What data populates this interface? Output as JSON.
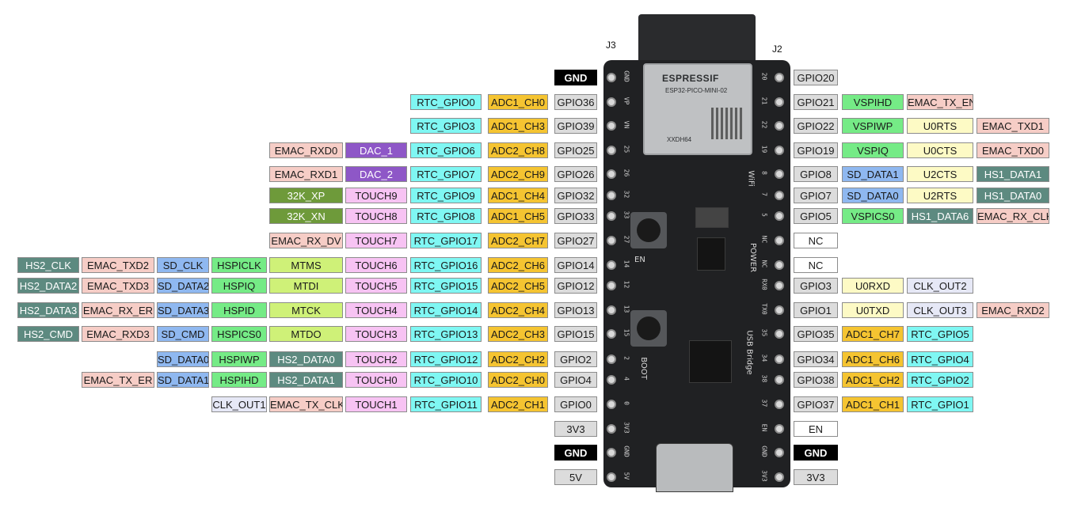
{
  "headers": {
    "left": "J3",
    "right": "J2"
  },
  "board_silk": {
    "logo": "ESPRESSIF",
    "model": "ESP32-PICO-MINI-02",
    "chip": "XXDH64",
    "en": "EN",
    "boot": "BOOT",
    "power": "POWER",
    "usb_bridge": "USB Bridge",
    "wifi": "WiFi"
  },
  "colors": {
    "power": "#000000",
    "gpio": "#dcdcdc",
    "rtc": "#7ff7f3",
    "adc": "#f5c431",
    "dac": "#8e57c7",
    "emac": "#f6cdc6",
    "touch": "#f7c3f3",
    "xtal": "#6e9a3a",
    "hs2": "#5d8a80",
    "sd": "#8fb8f0",
    "hspi": "#75eb86",
    "mt": "#cff178",
    "clk": "#e6e8f6",
    "vspi": "#75eb86",
    "uart": "#fdfac5",
    "hs1": "#5d8a80",
    "nc": "#ffffff",
    "en": "#ffffff"
  },
  "j3_rows": [
    {
      "pin": "GND",
      "labels": [
        "GND"
      ],
      "types": [
        "power"
      ]
    },
    {
      "pin": "VP",
      "labels": [
        "RTC_GPIO0",
        "ADC1_CH0",
        "GPIO36"
      ],
      "types": [
        "rtc",
        "adc",
        "gpio"
      ]
    },
    {
      "pin": "VN",
      "labels": [
        "RTC_GPIO3",
        "ADC1_CH3",
        "GPIO39"
      ],
      "types": [
        "rtc",
        "adc",
        "gpio"
      ]
    },
    {
      "pin": "25",
      "labels": [
        "EMAC_RXD0",
        "DAC_1",
        "RTC_GPIO6",
        "ADC2_CH8",
        "GPIO25"
      ],
      "types": [
        "emac",
        "dac",
        "rtc",
        "adc",
        "gpio"
      ]
    },
    {
      "pin": "26",
      "labels": [
        "EMAC_RXD1",
        "DAC_2",
        "RTC_GPIO7",
        "ADC2_CH9",
        "GPIO26"
      ],
      "types": [
        "emac",
        "dac",
        "rtc",
        "adc",
        "gpio"
      ]
    },
    {
      "pin": "32",
      "labels": [
        "32K_XP",
        "TOUCH9",
        "RTC_GPIO9",
        "ADC1_CH4",
        "GPIO32"
      ],
      "types": [
        "xtal",
        "touch",
        "rtc",
        "adc",
        "gpio"
      ]
    },
    {
      "pin": "33",
      "labels": [
        "32K_XN",
        "TOUCH8",
        "RTC_GPIO8",
        "ADC1_CH5",
        "GPIO33"
      ],
      "types": [
        "xtal",
        "touch",
        "rtc",
        "adc",
        "gpio"
      ]
    },
    {
      "pin": "27",
      "labels": [
        "EMAC_RX_DV",
        "TOUCH7",
        "RTC_GPIO17",
        "ADC2_CH7",
        "GPIO27"
      ],
      "types": [
        "emac",
        "touch",
        "rtc",
        "adc",
        "gpio"
      ]
    },
    {
      "pin": "14",
      "labels": [
        "HS2_CLK",
        "EMAC_TXD2",
        "SD_CLK",
        "HSPICLK",
        "MTMS",
        "TOUCH6",
        "RTC_GPIO16",
        "ADC2_CH6",
        "GPIO14"
      ],
      "types": [
        "hs2",
        "emac",
        "sd",
        "hspi",
        "mt",
        "touch",
        "rtc",
        "adc",
        "gpio"
      ]
    },
    {
      "pin": "12",
      "labels": [
        "HS2_DATA2",
        "EMAC_TXD3",
        "SD_DATA2",
        "HSPIQ",
        "MTDI",
        "TOUCH5",
        "RTC_GPIO15",
        "ADC2_CH5",
        "GPIO12"
      ],
      "types": [
        "hs2",
        "emac",
        "sd",
        "hspi",
        "mt",
        "touch",
        "rtc",
        "adc",
        "gpio"
      ]
    },
    {
      "pin": "13",
      "labels": [
        "HS2_DATA3",
        "EMAC_RX_ER",
        "SD_DATA3",
        "HSPID",
        "MTCK",
        "TOUCH4",
        "RTC_GPIO14",
        "ADC2_CH4",
        "GPIO13"
      ],
      "types": [
        "hs2",
        "emac",
        "sd",
        "hspi",
        "mt",
        "touch",
        "rtc",
        "adc",
        "gpio"
      ]
    },
    {
      "pin": "15",
      "labels": [
        "HS2_CMD",
        "EMAC_RXD3",
        "SD_CMD",
        "HSPICS0",
        "MTDO",
        "TOUCH3",
        "RTC_GPIO13",
        "ADC2_CH3",
        "GPIO15"
      ],
      "types": [
        "hs2",
        "emac",
        "sd",
        "hspi",
        "mt",
        "touch",
        "rtc",
        "adc",
        "gpio"
      ]
    },
    {
      "pin": "2",
      "labels": [
        "SD_DATA0",
        "HSPIWP",
        "HS2_DATA0",
        "TOUCH2",
        "RTC_GPIO12",
        "ADC2_CH2",
        "GPIO2"
      ],
      "types": [
        "sd",
        "hspi",
        "hs2",
        "touch",
        "rtc",
        "adc",
        "gpio"
      ]
    },
    {
      "pin": "4",
      "labels": [
        "EMAC_TX_ER",
        "SD_DATA1",
        "HSPIHD",
        "HS2_DATA1",
        "TOUCH0",
        "RTC_GPIO10",
        "ADC2_CH0",
        "GPIO4"
      ],
      "types": [
        "emac",
        "sd",
        "hspi",
        "hs2",
        "touch",
        "rtc",
        "adc",
        "gpio"
      ]
    },
    {
      "pin": "0",
      "labels": [
        "CLK_OUT1",
        "EMAC_TX_CLK",
        "TOUCH1",
        "RTC_GPIO11",
        "ADC2_CH1",
        "GPIO0"
      ],
      "types": [
        "clk",
        "emac",
        "touch",
        "rtc",
        "adc",
        "gpio"
      ]
    },
    {
      "pin": "3V3",
      "labels": [
        "3V3"
      ],
      "types": [
        "gpio"
      ]
    },
    {
      "pin": "GND",
      "labels": [
        "GND"
      ],
      "types": [
        "power"
      ]
    },
    {
      "pin": "5V",
      "labels": [
        "5V"
      ],
      "types": [
        "gpio"
      ]
    }
  ],
  "j2_rows": [
    {
      "pin": "20",
      "labels": [
        "GPIO20"
      ],
      "types": [
        "gpio"
      ]
    },
    {
      "pin": "21",
      "labels": [
        "GPIO21",
        "VSPIHD",
        "EMAC_TX_EN"
      ],
      "types": [
        "gpio",
        "vspi",
        "emac"
      ]
    },
    {
      "pin": "22",
      "labels": [
        "GPIO22",
        "VSPIWP",
        "U0RTS",
        "EMAC_TXD1"
      ],
      "types": [
        "gpio",
        "vspi",
        "uart",
        "emac"
      ]
    },
    {
      "pin": "19",
      "labels": [
        "GPIO19",
        "VSPIQ",
        "U0CTS",
        "EMAC_TXD0"
      ],
      "types": [
        "gpio",
        "vspi",
        "uart",
        "emac"
      ]
    },
    {
      "pin": "8",
      "labels": [
        "GPIO8",
        "SD_DATA1",
        "U2CTS",
        "HS1_DATA1"
      ],
      "types": [
        "gpio",
        "sd",
        "uart",
        "hs1"
      ]
    },
    {
      "pin": "7",
      "labels": [
        "GPIO7",
        "SD_DATA0",
        "U2RTS",
        "HS1_DATA0"
      ],
      "types": [
        "gpio",
        "sd",
        "uart",
        "hs1"
      ]
    },
    {
      "pin": "5",
      "labels": [
        "GPIO5",
        "VSPICS0",
        "HS1_DATA6",
        "EMAC_RX_CLK"
      ],
      "types": [
        "gpio",
        "vspi",
        "hs1",
        "emac"
      ]
    },
    {
      "pin": "NC",
      "labels": [
        "NC"
      ],
      "types": [
        "nc"
      ]
    },
    {
      "pin": "NC",
      "labels": [
        "NC"
      ],
      "types": [
        "nc"
      ]
    },
    {
      "pin": "RX0",
      "labels": [
        "GPIO3",
        "U0RXD",
        "CLK_OUT2"
      ],
      "types": [
        "gpio",
        "uart",
        "clk"
      ]
    },
    {
      "pin": "TX0",
      "labels": [
        "GPIO1",
        "U0TXD",
        "CLK_OUT3",
        "EMAC_RXD2"
      ],
      "types": [
        "gpio",
        "uart",
        "clk",
        "emac"
      ]
    },
    {
      "pin": "35",
      "labels": [
        "GPIO35",
        "ADC1_CH7",
        "RTC_GPIO5"
      ],
      "types": [
        "gpio",
        "adc",
        "rtc"
      ]
    },
    {
      "pin": "34",
      "labels": [
        "GPIO34",
        "ADC1_CH6",
        "RTC_GPIO4"
      ],
      "types": [
        "gpio",
        "adc",
        "rtc"
      ]
    },
    {
      "pin": "38",
      "labels": [
        "GPIO38",
        "ADC1_CH2",
        "RTC_GPIO2"
      ],
      "types": [
        "gpio",
        "adc",
        "rtc"
      ]
    },
    {
      "pin": "37",
      "labels": [
        "GPIO37",
        "ADC1_CH1",
        "RTC_GPIO1"
      ],
      "types": [
        "gpio",
        "adc",
        "rtc"
      ]
    },
    {
      "pin": "EN",
      "labels": [
        "EN"
      ],
      "types": [
        "en"
      ]
    },
    {
      "pin": "GND",
      "labels": [
        "GND"
      ],
      "types": [
        "power"
      ]
    },
    {
      "pin": "3V3",
      "labels": [
        "3V3"
      ],
      "types": [
        "gpio"
      ]
    }
  ]
}
